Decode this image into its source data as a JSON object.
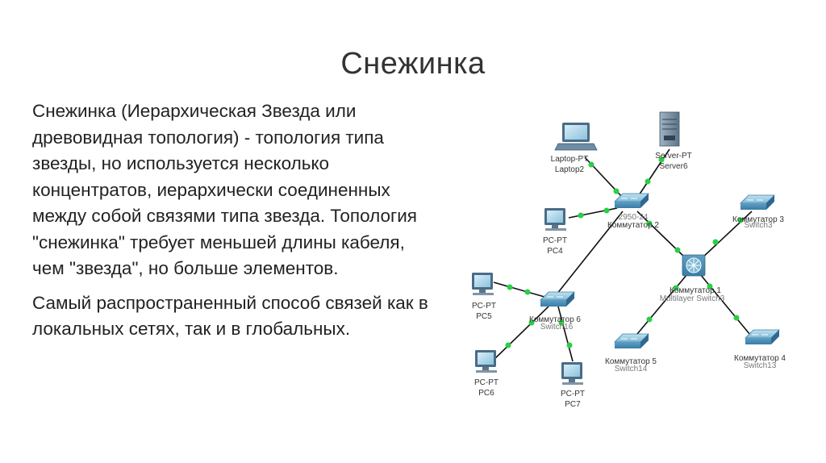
{
  "title": "Снежинка",
  "paragraphs": [
    "Снежинка (Иерархическая Звезда или древовидная топология) - топология типа звезды, но используется несколько концентратов, иерархически соединенных между собой связями типа звезда.  Топология \"снежинка\" требует меньшей длины кабеля, чем \"звезда\", но больше элементов.",
    "Самый распространенный способ связей как в локальных сетях, так и в глобальных."
  ],
  "diagram": {
    "devices": {
      "laptop2": {
        "type_label": "Laptop-PT",
        "name_label": "Laptop2"
      },
      "server6": {
        "type_label": "Server-PT",
        "name_label": "Server6"
      },
      "pc4": {
        "type_label": "PC-PT",
        "name_label": "PC4"
      },
      "pc5": {
        "type_label": "PC-PT",
        "name_label": "PC5"
      },
      "pc6": {
        "type_label": "PC-PT",
        "name_label": "PC6"
      },
      "pc7": {
        "type_label": "PC-PT",
        "name_label": "PC7"
      },
      "switch2": {
        "name_label": "Коммутатор 2"
      },
      "switch3": {
        "name_label": "Коммутатор 3"
      },
      "switch1": {
        "name_label": "Коммутатор 1",
        "ghost_label": "Multilayer Switch3"
      },
      "switch4": {
        "name_label": "Коммутатор 4"
      },
      "switch5": {
        "name_label": "Коммутатор 5"
      },
      "switch6": {
        "name_label": "Коммутатор 6"
      }
    },
    "link_dot_color": "#27d045"
  }
}
